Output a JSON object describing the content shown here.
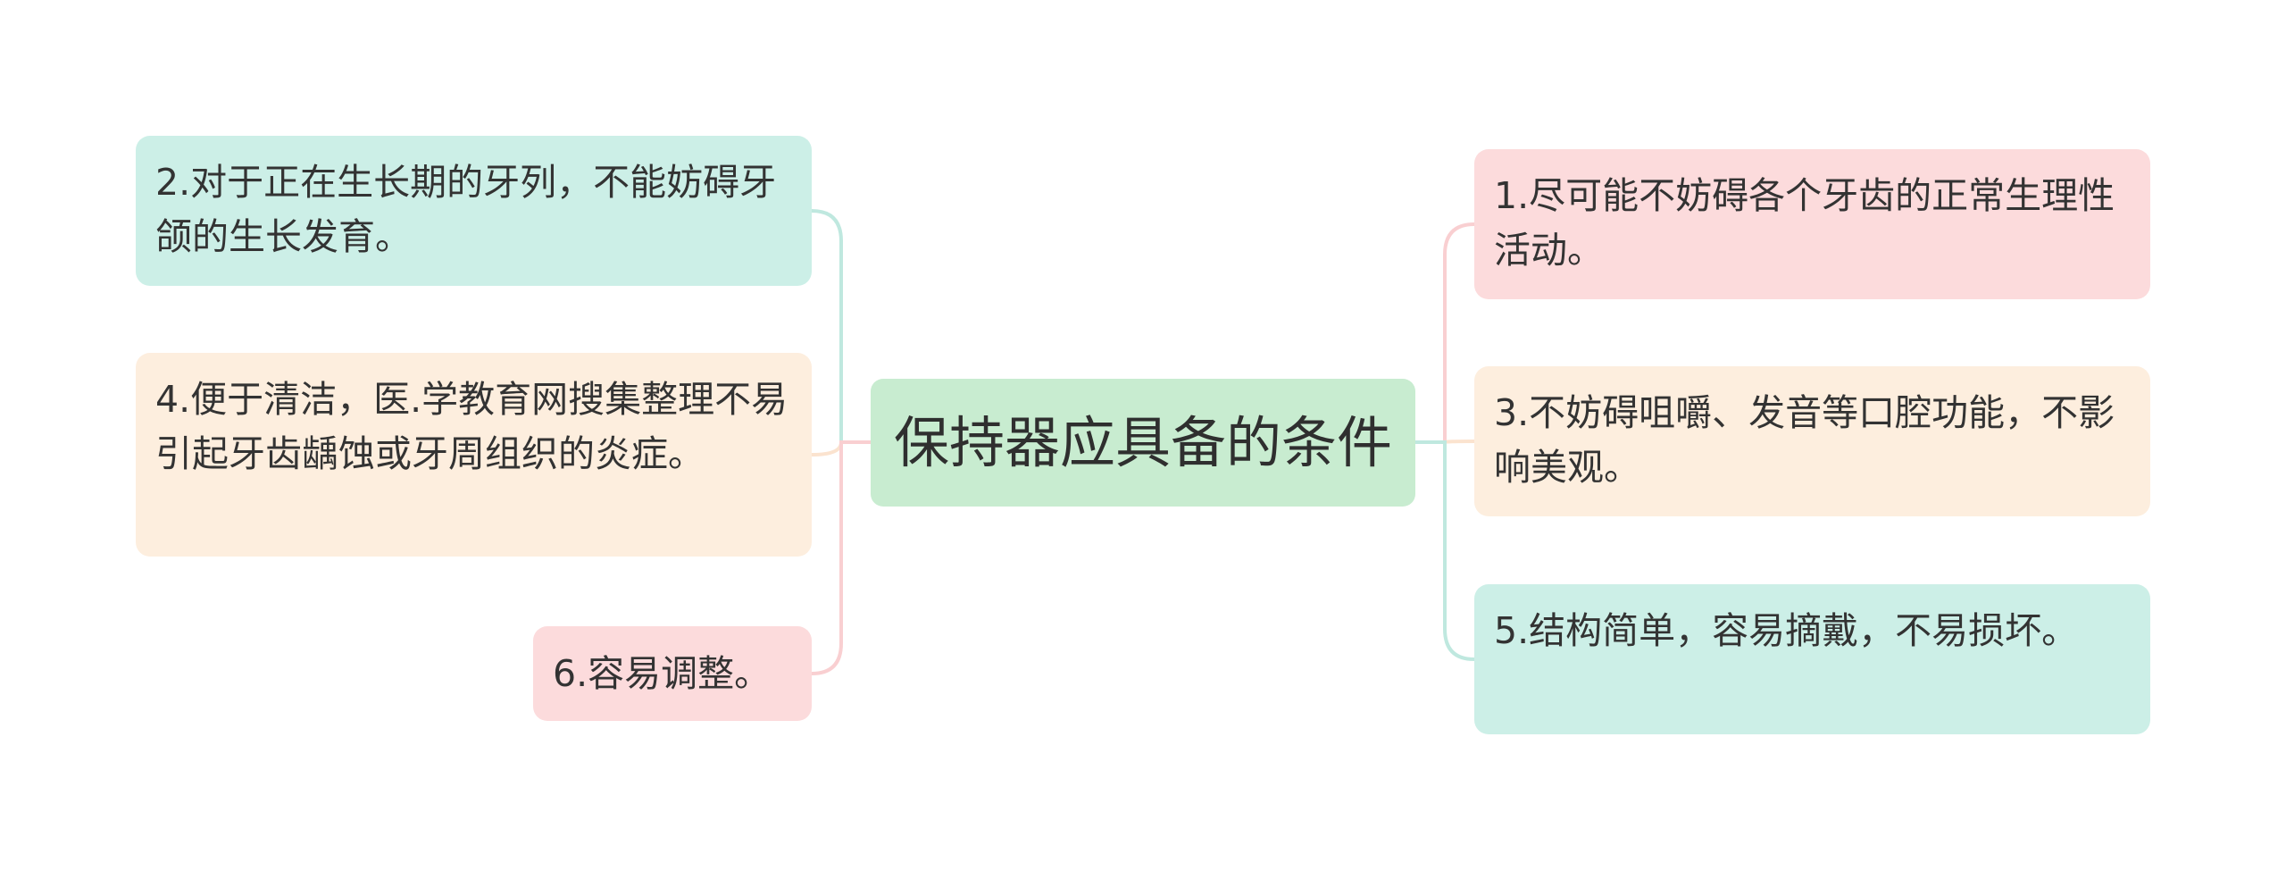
{
  "colors": {
    "center_bg": "#c8ecd0",
    "teal_bg": "#ccefe7",
    "peach_bg": "#fdeede",
    "pink_bg": "#fcdbdc",
    "teal_line": "#bfe8df",
    "peach_line": "#fbe3cf",
    "pink_line": "#f9cfd1"
  },
  "center": {
    "label": "保持器应具备的条件"
  },
  "left": [
    {
      "id": "2",
      "text": "2.对于正在生长期的牙列，不能妨碍牙颌的生长发育。",
      "color": "teal"
    },
    {
      "id": "4",
      "text": "4.便于清洁，医.学教育网搜集整理不易引起牙齿龋蚀或牙周组织的炎症。",
      "color": "peach"
    },
    {
      "id": "6",
      "text": "6.容易调整。",
      "color": "pink"
    }
  ],
  "right": [
    {
      "id": "1",
      "text": "1.尽可能不妨碍各个牙齿的正常生理性活动。",
      "color": "pink"
    },
    {
      "id": "3",
      "text": "3.不妨碍咀嚼、发音等口腔功能，不影响美观。",
      "color": "peach"
    },
    {
      "id": "5",
      "text": "5.结构简单，容易摘戴，不易损坏。",
      "color": "teal"
    }
  ]
}
